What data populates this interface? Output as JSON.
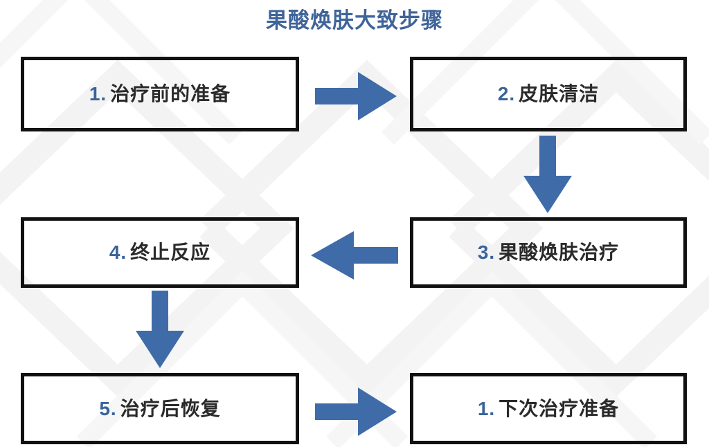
{
  "title": "果酸焕肤大致步骤",
  "colors": {
    "title": "#3F6499",
    "arrow": "#3F6CA8",
    "box_border": "#111111",
    "step_number": "#3A6399",
    "step_text": "#2A2A2A",
    "background": "#FFFFFF",
    "watermark": "#F2F2F2"
  },
  "steps": [
    {
      "id": "box-1",
      "num": "1.",
      "text": "治疗前的准备"
    },
    {
      "id": "box-2",
      "num": "2.",
      "text": "皮肤清洁"
    },
    {
      "id": "box-3",
      "num": "3.",
      "text": "果酸焕肤治疗"
    },
    {
      "id": "box-4",
      "num": "4.",
      "text": "终止反应"
    },
    {
      "id": "box-5",
      "num": "5.",
      "text": "治疗后恢复"
    },
    {
      "id": "box-6",
      "num": "1.",
      "text": "下次治疗准备"
    }
  ],
  "arrows": [
    {
      "id": "arrow-1-2",
      "from": "1",
      "to": "2",
      "direction": "right"
    },
    {
      "id": "arrow-2-3",
      "from": "2",
      "to": "3",
      "direction": "down"
    },
    {
      "id": "arrow-3-4",
      "from": "3",
      "to": "4",
      "direction": "left"
    },
    {
      "id": "arrow-4-5",
      "from": "4",
      "to": "5",
      "direction": "down"
    },
    {
      "id": "arrow-5-6",
      "from": "5",
      "to": "6",
      "direction": "right"
    }
  ]
}
